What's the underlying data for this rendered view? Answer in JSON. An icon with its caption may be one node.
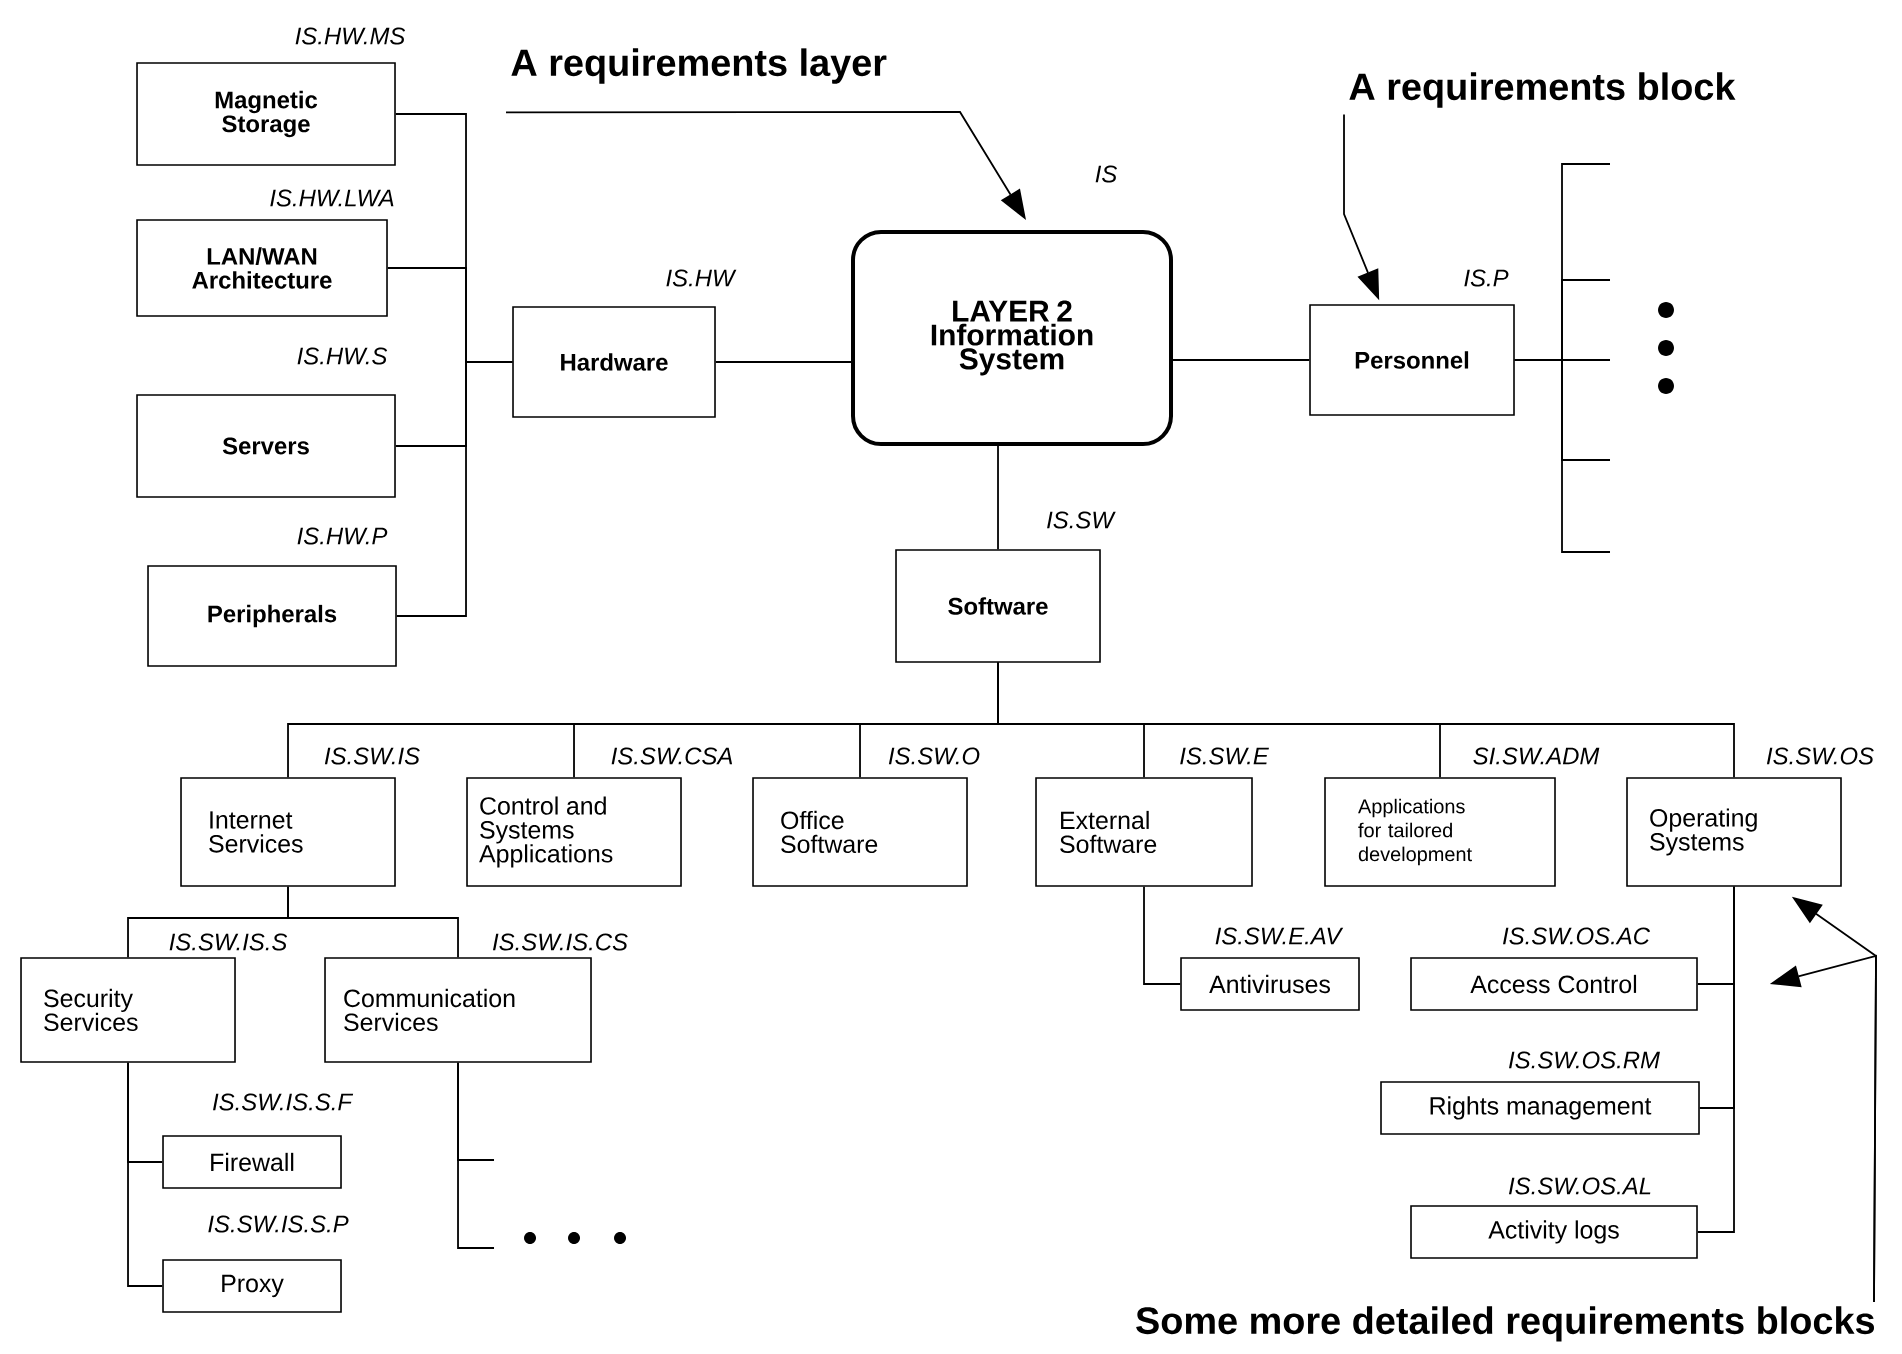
{
  "diagram": {
    "nodes": [
      {
        "text": [
          "A requirements layer"
        ]
      },
      {
        "text": [
          "A requirements block"
        ]
      },
      {
        "text": [
          "LAYER 2 Information System"
        ],
        "beside": [
          "IS"
        ]
      },
      {
        "text": [
          "Magnetic Storage"
        ],
        "beside": [
          "IS.HW.MS"
        ]
      },
      {
        "text": [
          "LAN/WAN Architecture"
        ],
        "beside": [
          "IS.HW.LWA"
        ]
      },
      {
        "text": [
          "Hardware"
        ],
        "beside": [
          "IS.HW"
        ]
      },
      {
        "text": [
          "Personnel"
        ],
        "beside": [
          "IS.P"
        ]
      },
      {
        "text": [
          "Servers"
        ],
        "beside": [
          "IS.HW.S"
        ]
      },
      {
        "text": [
          "Peripherals"
        ],
        "beside": [
          "IS.HW.P"
        ]
      },
      {
        "text": [
          "Software"
        ],
        "beside": [
          "IS.SW"
        ]
      },
      {
        "text": [
          "Internet Services"
        ],
        "beside": [
          "IS.SW.IS"
        ]
      },
      {
        "text": [
          "Control and Systems Applications"
        ],
        "beside": [
          "IS.SW.CSA"
        ]
      },
      {
        "text": [
          "Office Software"
        ],
        "beside": [
          "IS.SW.O"
        ]
      },
      {
        "text": [
          "External Software"
        ],
        "beside": [
          "IS.SW.E"
        ]
      },
      {
        "text": [
          "Applications for tailored development"
        ],
        "beside": [
          "SI.SW.ADM"
        ]
      },
      {
        "text": [
          "Operating Systems"
        ],
        "beside": [
          "IS.SW.OS"
        ]
      },
      {
        "text": [
          "Security Services"
        ],
        "beside": [
          "IS.SW.IS.S"
        ]
      },
      {
        "text": [
          "Communication Services"
        ],
        "beside": [
          "IS.SW.IS.CS"
        ]
      },
      {
        "text": [
          "Antiviruses"
        ],
        "beside": [
          "IS.SW.E.AV"
        ]
      },
      {
        "text": [
          "Access Control"
        ],
        "beside": [
          "IS.SW.OS.AC"
        ]
      },
      {
        "text": [
          "Firewall"
        ],
        "beside": [
          "IS.SW.IS.S.F"
        ]
      },
      {
        "text": [
          "Rights management"
        ],
        "beside": [
          "IS.SW.OS.RM"
        ]
      },
      {
        "text": [
          "Proxy"
        ],
        "beside": [
          "IS.SW.IS.S.P"
        ]
      },
      {
        "text": [
          "Activity logs"
        ],
        "beside": [
          "IS.SW.OS.AL"
        ]
      },
      {
        "text": [
          "Some more detailed requirements blocks"
        ]
      }
    ],
    "edges": [
      {
        "from": 0,
        "to": 2,
        "arrow": "to"
      },
      {
        "from": 1,
        "to": 6,
        "arrow": "to"
      },
      {
        "from": 2,
        "to": 5,
        "arrow": "none"
      },
      {
        "from": 2,
        "to": 6,
        "arrow": "none"
      },
      {
        "from": 2,
        "to": 9,
        "arrow": "none"
      },
      {
        "from": 5,
        "to": 3,
        "arrow": "none"
      },
      {
        "from": 5,
        "to": 4,
        "arrow": "none"
      },
      {
        "from": 5,
        "to": 7,
        "arrow": "none"
      },
      {
        "from": 5,
        "to": 8,
        "arrow": "none"
      },
      {
        "from": 9,
        "to": 10,
        "arrow": "none"
      },
      {
        "from": 9,
        "to": 11,
        "arrow": "none"
      },
      {
        "from": 9,
        "to": 12,
        "arrow": "none"
      },
      {
        "from": 9,
        "to": 13,
        "arrow": "none"
      },
      {
        "from": 9,
        "to": 14,
        "arrow": "none"
      },
      {
        "from": 9,
        "to": 15,
        "arrow": "none"
      },
      {
        "from": 10,
        "to": 16,
        "arrow": "none"
      },
      {
        "from": 10,
        "to": 17,
        "arrow": "none"
      },
      {
        "from": 13,
        "to": 18,
        "arrow": "none"
      },
      {
        "from": 15,
        "to": 19,
        "arrow": "none"
      },
      {
        "from": 15,
        "to": 21,
        "arrow": "none"
      },
      {
        "from": 15,
        "to": 23,
        "arrow": "none"
      },
      {
        "from": 16,
        "to": 20,
        "arrow": "none"
      },
      {
        "from": 16,
        "to": 22,
        "arrow": "none"
      },
      {
        "from": 6,
        "to": null,
        "arrow": "none"
      },
      {
        "from": 6,
        "to": null,
        "arrow": "none"
      },
      {
        "from": 6,
        "to": null,
        "arrow": "none"
      },
      {
        "from": 6,
        "to": null,
        "arrow": "none"
      },
      {
        "from": 6,
        "to": null,
        "arrow": "none"
      },
      {
        "from": 17,
        "to": null,
        "arrow": "none"
      },
      {
        "from": 17,
        "to": null,
        "arrow": "none"
      },
      {
        "from": 24,
        "to": 15,
        "arrow": "to"
      },
      {
        "from": 24,
        "to": 19,
        "arrow": "to"
      }
    ]
  }
}
